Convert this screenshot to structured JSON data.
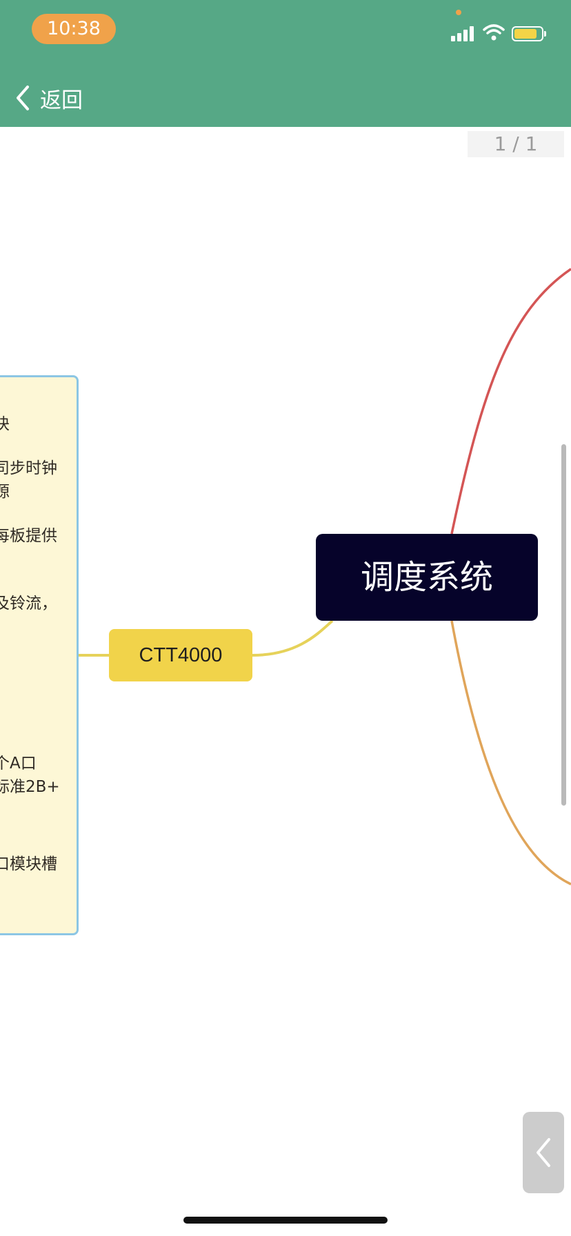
{
  "status_bar": {
    "time": "10:38"
  },
  "header": {
    "back_label": "返回"
  },
  "page_indicator": "1 / 1",
  "mindmap": {
    "root": "调度系统",
    "child_node": "CTT4000",
    "note_lines": [
      "块",
      "司步时钟",
      "源",
      "每板提供",
      "及铃流，",
      "个A口",
      "标准2B+",
      "口模块槽"
    ]
  },
  "colors": {
    "header_bg": "#56a886",
    "root_bg": "#06032a",
    "child_bg": "#f1d34a",
    "note_bg": "#fdf7d6",
    "note_border": "#8cc6e4",
    "branch_red": "#d45555",
    "branch_orange": "#e0a55a",
    "branch_yellow": "#e6d25a"
  }
}
